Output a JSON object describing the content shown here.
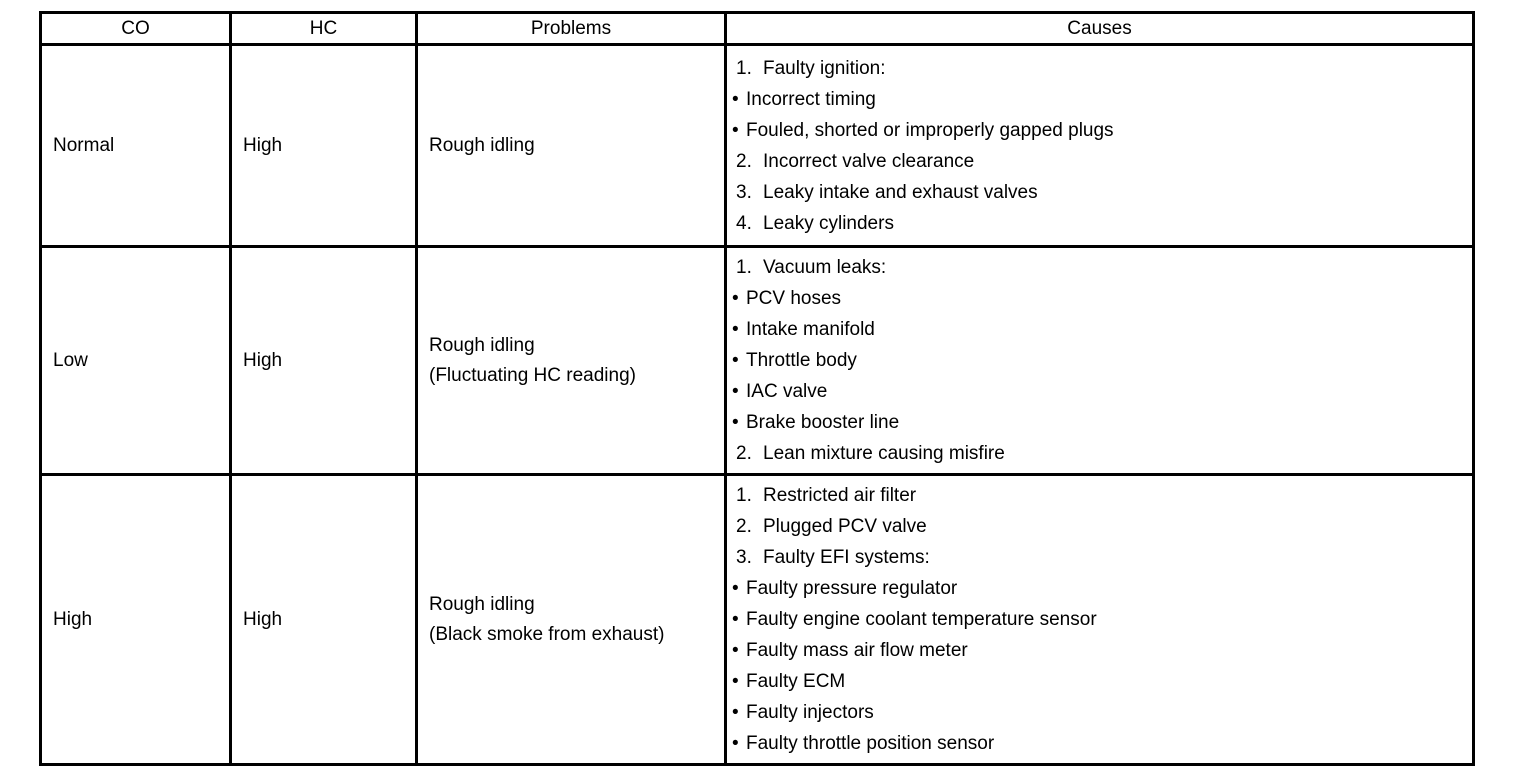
{
  "table": {
    "headers": [
      "CO",
      "HC",
      "Problems",
      "Causes"
    ],
    "rows": [
      {
        "co": "Normal",
        "hc": "High",
        "problem_lines": [
          "Rough idling"
        ],
        "causes": [
          {
            "type": "num",
            "marker": "1.",
            "text": "Faulty ignition:"
          },
          {
            "type": "bullet",
            "marker": "•",
            "text": "Incorrect timing"
          },
          {
            "type": "bullet",
            "marker": "•",
            "text": "Fouled, shorted or improperly gapped plugs"
          },
          {
            "type": "num",
            "marker": "2.",
            "text": "Incorrect valve clearance"
          },
          {
            "type": "num",
            "marker": "3.",
            "text": "Leaky intake and exhaust valves"
          },
          {
            "type": "num",
            "marker": "4.",
            "text": "Leaky cylinders"
          }
        ]
      },
      {
        "co": "Low",
        "hc": "High",
        "problem_lines": [
          "Rough idling",
          "(Fluctuating HC reading)"
        ],
        "causes": [
          {
            "type": "num",
            "marker": "1.",
            "text": "Vacuum leaks:"
          },
          {
            "type": "bullet",
            "marker": "•",
            "text": "PCV hoses"
          },
          {
            "type": "bullet",
            "marker": "•",
            "text": "Intake manifold"
          },
          {
            "type": "bullet",
            "marker": "•",
            "text": "Throttle body"
          },
          {
            "type": "bullet",
            "marker": "•",
            "text": "IAC valve"
          },
          {
            "type": "bullet",
            "marker": "•",
            "text": "Brake booster line"
          },
          {
            "type": "num",
            "marker": "2.",
            "text": "Lean mixture causing misfire"
          }
        ]
      },
      {
        "co": "High",
        "hc": "High",
        "problem_lines": [
          "Rough idling",
          "(Black smoke from exhaust)"
        ],
        "causes": [
          {
            "type": "num",
            "marker": "1.",
            "text": "Restricted air filter"
          },
          {
            "type": "num",
            "marker": "2.",
            "text": "Plugged PCV valve"
          },
          {
            "type": "num",
            "marker": "3.",
            "text": "Faulty EFI systems:"
          },
          {
            "type": "bullet",
            "marker": "•",
            "text": "Faulty pressure regulator"
          },
          {
            "type": "bullet",
            "marker": "•",
            "text": "Faulty engine coolant temperature sensor"
          },
          {
            "type": "bullet",
            "marker": "•",
            "text": "Faulty mass air flow meter"
          },
          {
            "type": "bullet",
            "marker": "•",
            "text": "Faulty ECM"
          },
          {
            "type": "bullet",
            "marker": "•",
            "text": "Faulty injectors"
          },
          {
            "type": "bullet",
            "marker": "•",
            "text": "Faulty throttle position sensor"
          }
        ]
      }
    ],
    "colors": {
      "border": "#000000",
      "text": "#000000",
      "background": "#ffffff"
    }
  }
}
